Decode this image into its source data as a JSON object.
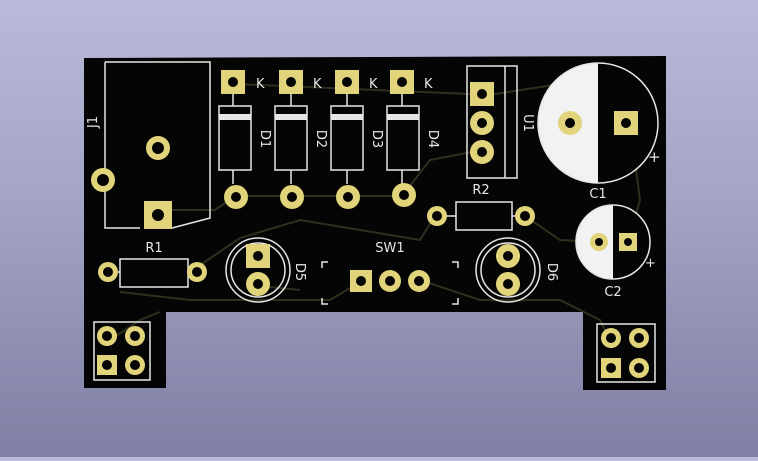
{
  "colors": {
    "board": "#050505",
    "silk": "#e6e6e6",
    "copper": "#d8c77a",
    "pad": "#e2d47a",
    "track": "#2f2f1e",
    "background_top": "#b9b9d9",
    "background_bottom": "#7f7fa3"
  },
  "labels": {
    "j1": "J1",
    "d1": "D1",
    "d2": "D2",
    "d3": "D3",
    "d4": "D4",
    "k": "K",
    "u1": "U1",
    "r1": "R1",
    "r2": "R2",
    "c1": "C1",
    "c2": "C2",
    "d5": "D5",
    "d6": "D6",
    "sw1": "SW1",
    "plus": "+"
  }
}
